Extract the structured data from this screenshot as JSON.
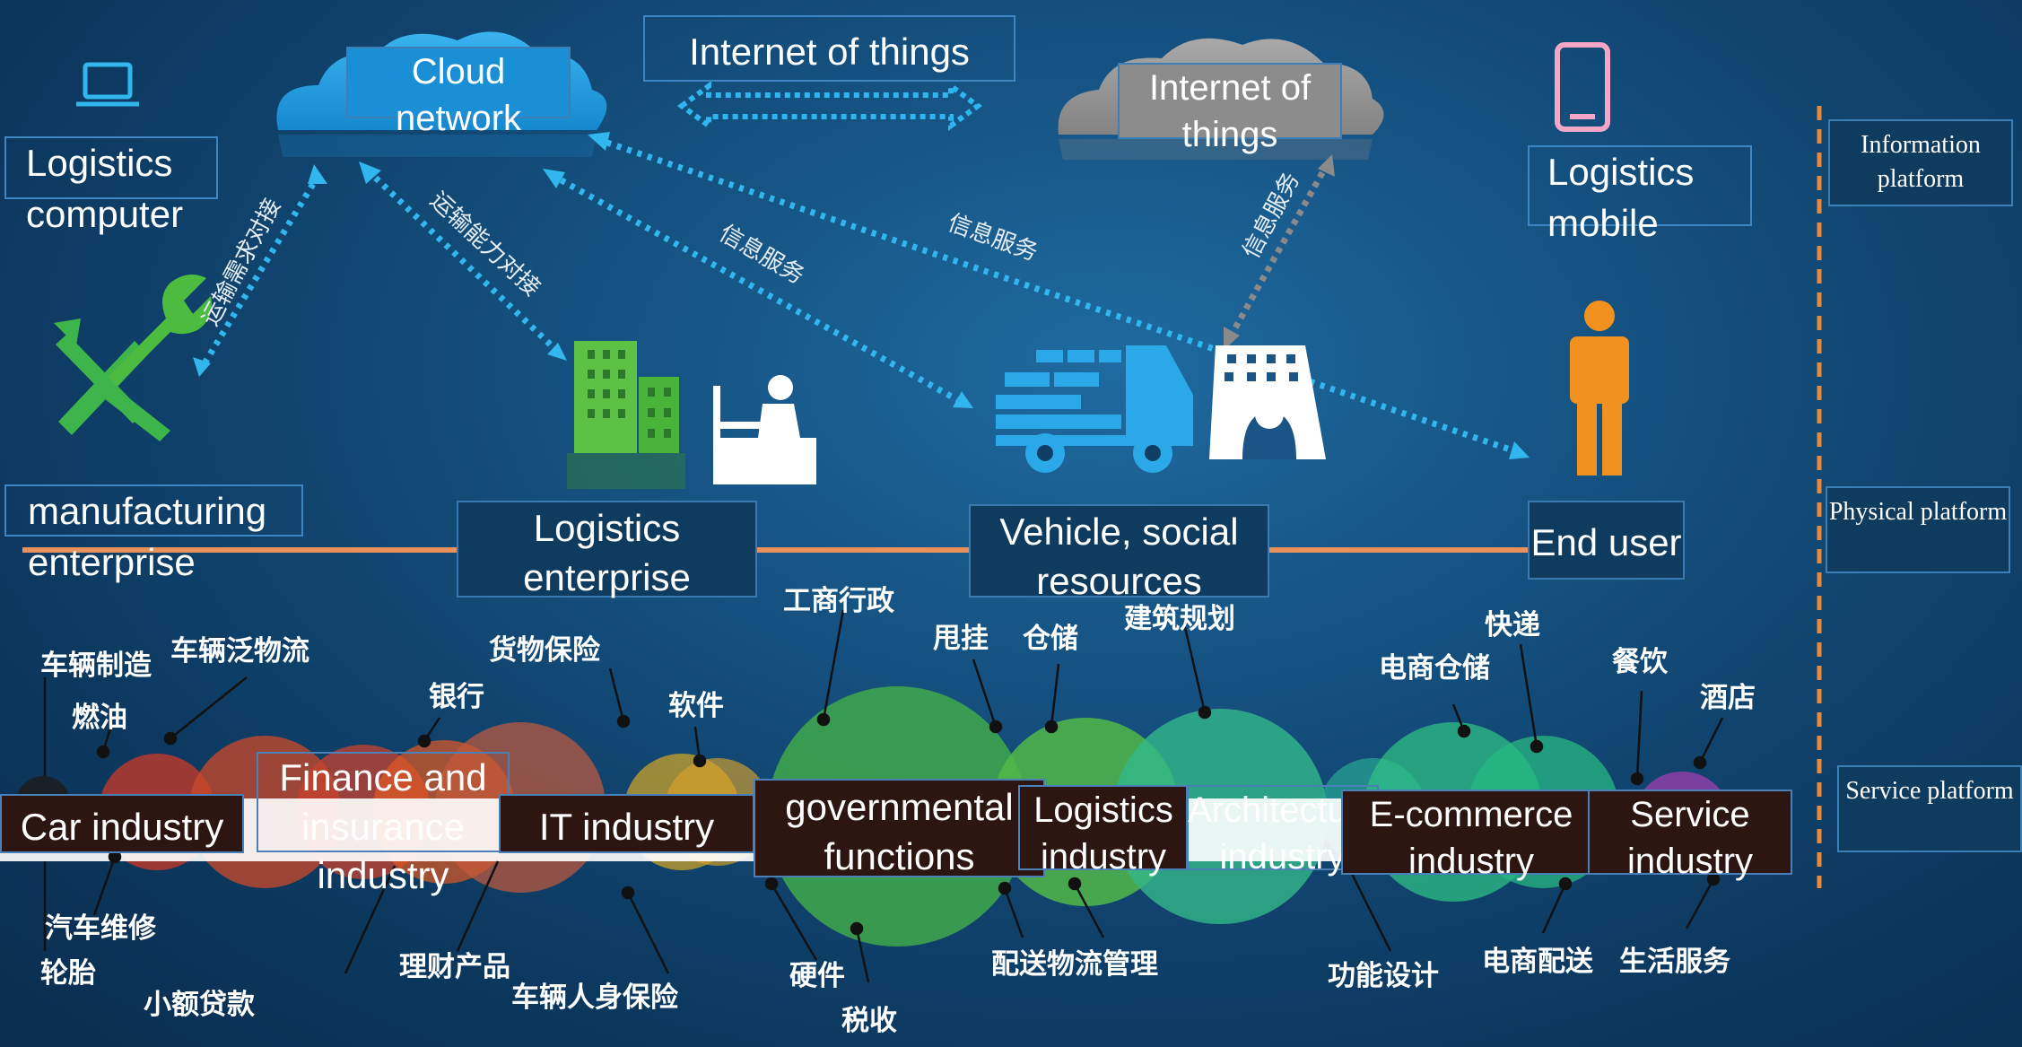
{
  "nodes": {
    "cloud_network": "Cloud network",
    "iot_top": "Internet of things",
    "iot_cloud": "Internet of things",
    "logistics_computer": "Logistics computer",
    "logistics_mobile": "Logistics mobile",
    "manufacturing_enterprise": "manufacturing enterprise",
    "logistics_enterprise": "Logistics enterprise",
    "vehicle_social": "Vehicle, social resources",
    "end_user": "End user"
  },
  "platforms": {
    "information": "Information platform",
    "physical": "Physical platform",
    "service": "Service platform"
  },
  "arrows": {
    "transport_demand": "运输需求对接",
    "transport_capacity": "运输能力对接",
    "info_service_1": "信息服务",
    "info_service_2": "信息服务",
    "info_service_3": "信息服务"
  },
  "industries": [
    {
      "name": "Car industry",
      "color": "#c0392b"
    },
    {
      "name": "Finance and insurance industry",
      "color": "#d35400"
    },
    {
      "name": "IT industry",
      "color": "#c9a227"
    },
    {
      "name": "governmental functions",
      "color": "#3fa94a"
    },
    {
      "name": "Logistics industry",
      "color": "#52b848"
    },
    {
      "name": "Architecture industry",
      "color": "#33b889"
    },
    {
      "name": "E-commerce industry",
      "color": "#2fbf84"
    },
    {
      "name": "Service industry",
      "color": "#8e3fa8"
    }
  ],
  "labels": {
    "l01": "车辆制造",
    "l02": "车辆泛物流",
    "l03": "燃油",
    "l04": "货物保险",
    "l05": "银行",
    "l06": "软件",
    "l07": "工商行政",
    "l08": "甩挂",
    "l09": "仓储",
    "l10": "建筑规划",
    "l11": "快递",
    "l12": "电商仓储",
    "l13": "餐饮",
    "l14": "酒店",
    "l15": "汽车维修",
    "l16": "轮胎",
    "l17": "小额贷款",
    "l18": "理财产品",
    "l19": "车辆人身保险",
    "l20": "硬件",
    "l21": "税收",
    "l22": "配送物流管理",
    "l23": "功能设计",
    "l24": "电商配送",
    "l25": "生活服务"
  }
}
